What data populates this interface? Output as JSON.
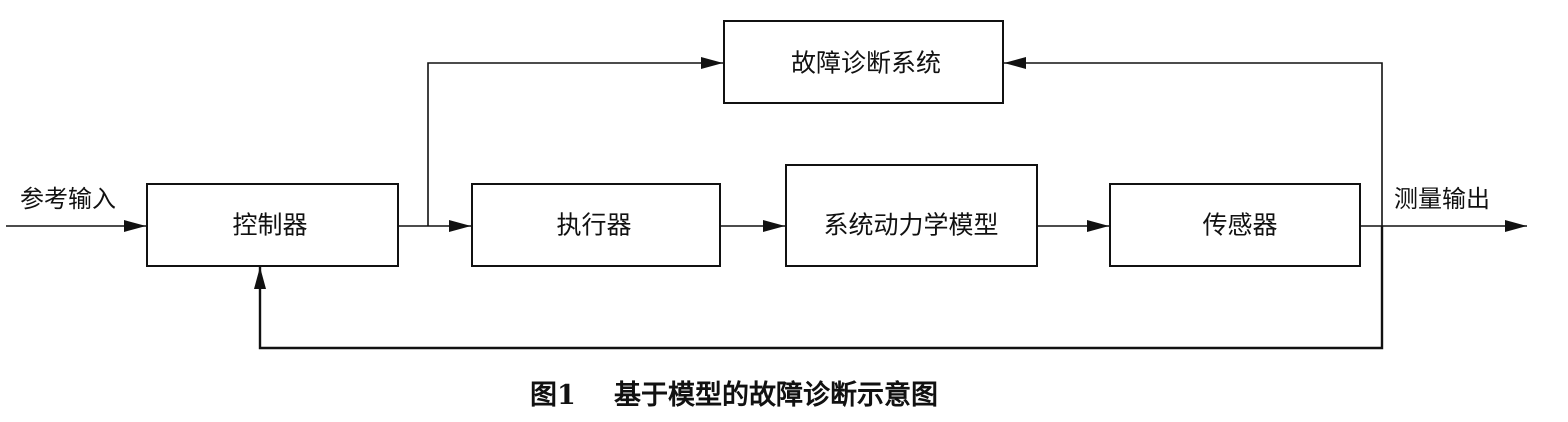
{
  "blocks": {
    "diagnosis": "故障诊断系统",
    "controller": "控制器",
    "actuator": "执行器",
    "dynamics": "系统动力学模型",
    "sensor": "传感器"
  },
  "signals": {
    "reference_input": "参考输入",
    "measured_output": "测量输出"
  },
  "caption": {
    "number": "图1",
    "title": "基于模型的故障诊断示意图"
  },
  "colors": {
    "line": "#111111",
    "background": "#ffffff"
  }
}
